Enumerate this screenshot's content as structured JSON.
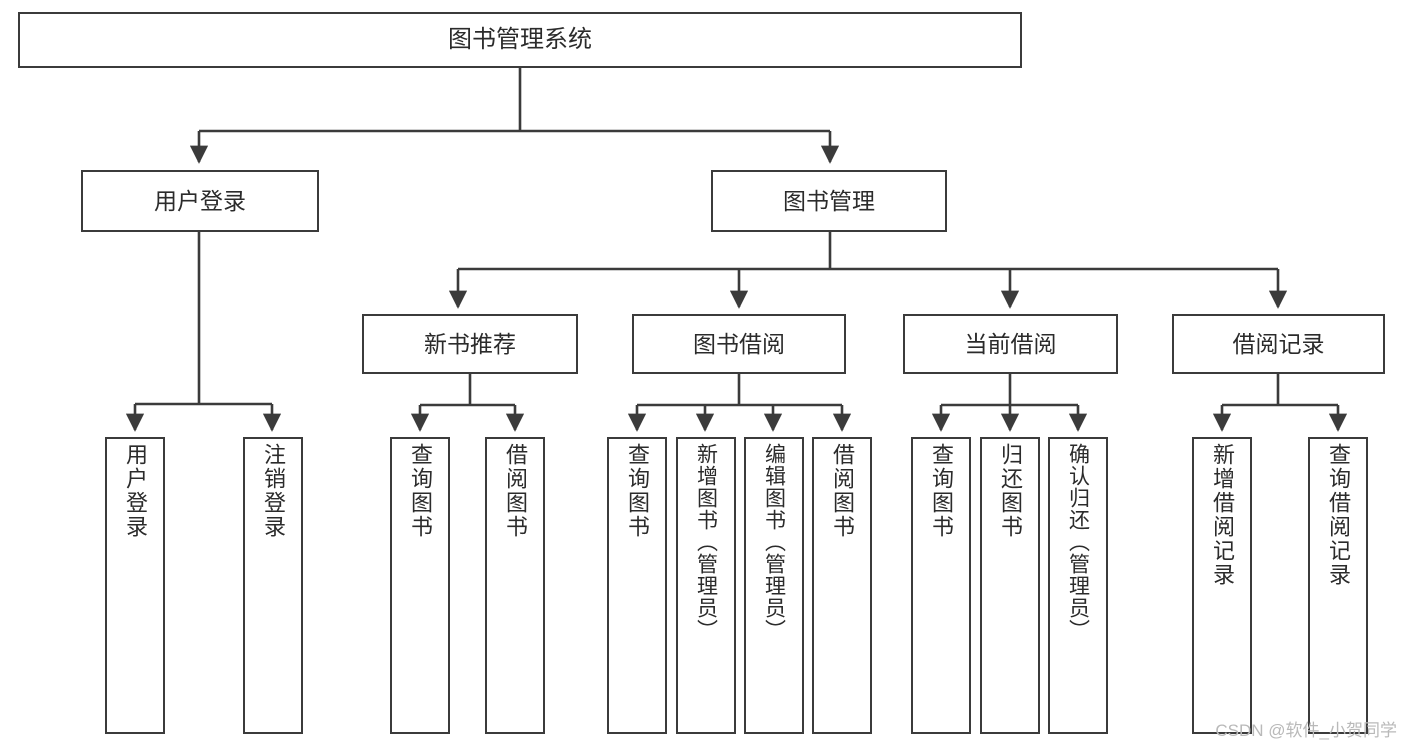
{
  "diagram": {
    "title": "图书管理系统",
    "type": "tree-hierarchy",
    "stroke_color": "#3b3b3b",
    "fill_color": "#ffffff",
    "text_color": "#2b2b2b",
    "root": {
      "label": "图书管理系统"
    },
    "tier1": [
      {
        "label": "用户登录"
      },
      {
        "label": "图书管理"
      }
    ],
    "tier2": [
      {
        "label": "新书推荐"
      },
      {
        "label": "图书借阅"
      },
      {
        "label": "当前借阅"
      },
      {
        "label": "借阅记录"
      }
    ],
    "leaves": {
      "user_login": [
        {
          "label": "用户登录"
        },
        {
          "label": "注销登录"
        }
      ],
      "new_book": [
        {
          "label": "查询图书"
        },
        {
          "label": "借阅图书"
        }
      ],
      "book_borrow": [
        {
          "label": "查询图书"
        },
        {
          "label": "新增图书（管理员）"
        },
        {
          "label": "编辑图书（管理员）"
        },
        {
          "label": "借阅图书"
        }
      ],
      "current_borrow": [
        {
          "label": "查询图书"
        },
        {
          "label": "归还图书"
        },
        {
          "label": "确认归还（管理员）"
        }
      ],
      "borrow_record": [
        {
          "label": "新增借阅记录"
        },
        {
          "label": "查询借阅记录"
        }
      ]
    }
  },
  "watermark": {
    "text": "CSDN @软件_小贺同学"
  }
}
